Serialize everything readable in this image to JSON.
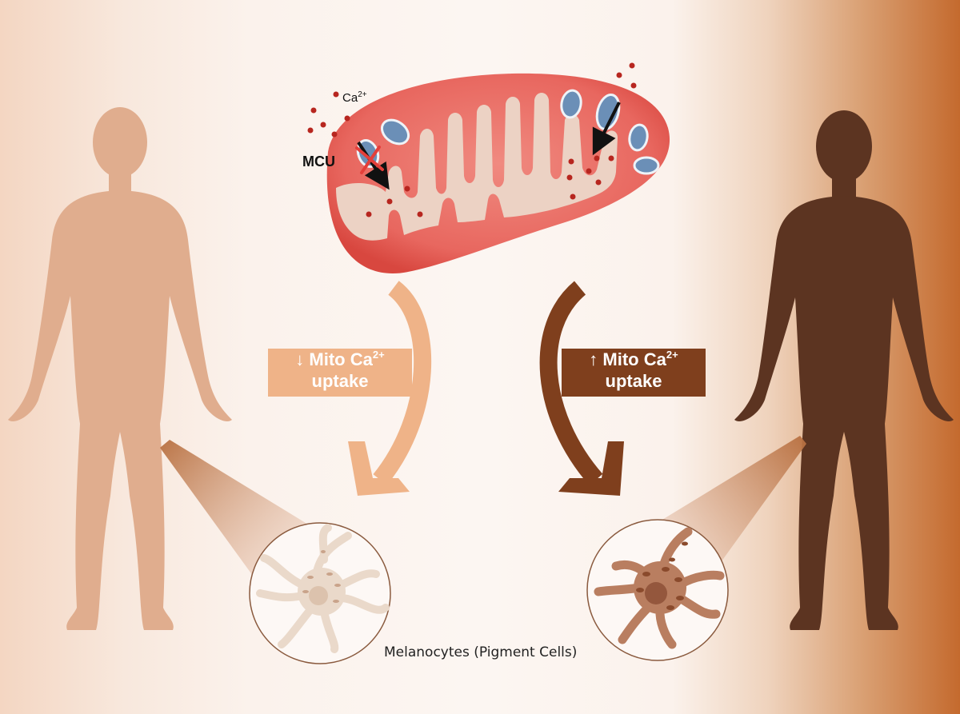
{
  "ion_label": {
    "text": "Ca",
    "charge": "2+"
  },
  "mcu_label": "MCU",
  "left_arrow_label": {
    "line1_text": "Mito Ca",
    "charge": "2+",
    "line2": "uptake",
    "direction": "down"
  },
  "right_arrow_label": {
    "line1_text": "Mito Ca",
    "charge": "2+",
    "line2": "uptake",
    "direction": "up"
  },
  "caption": "Melanocytes (Pigment Cells)",
  "colors": {
    "light_skin": "#e0ad8e",
    "dark_skin": "#5c3421",
    "light_arrow": "#efb388",
    "dark_arrow": "#7f3f1d",
    "mito_outer": "#e8675f",
    "mito_inner": "#ecd2c4",
    "channel": "#6b8fb7",
    "calcium": "#b7261f"
  }
}
